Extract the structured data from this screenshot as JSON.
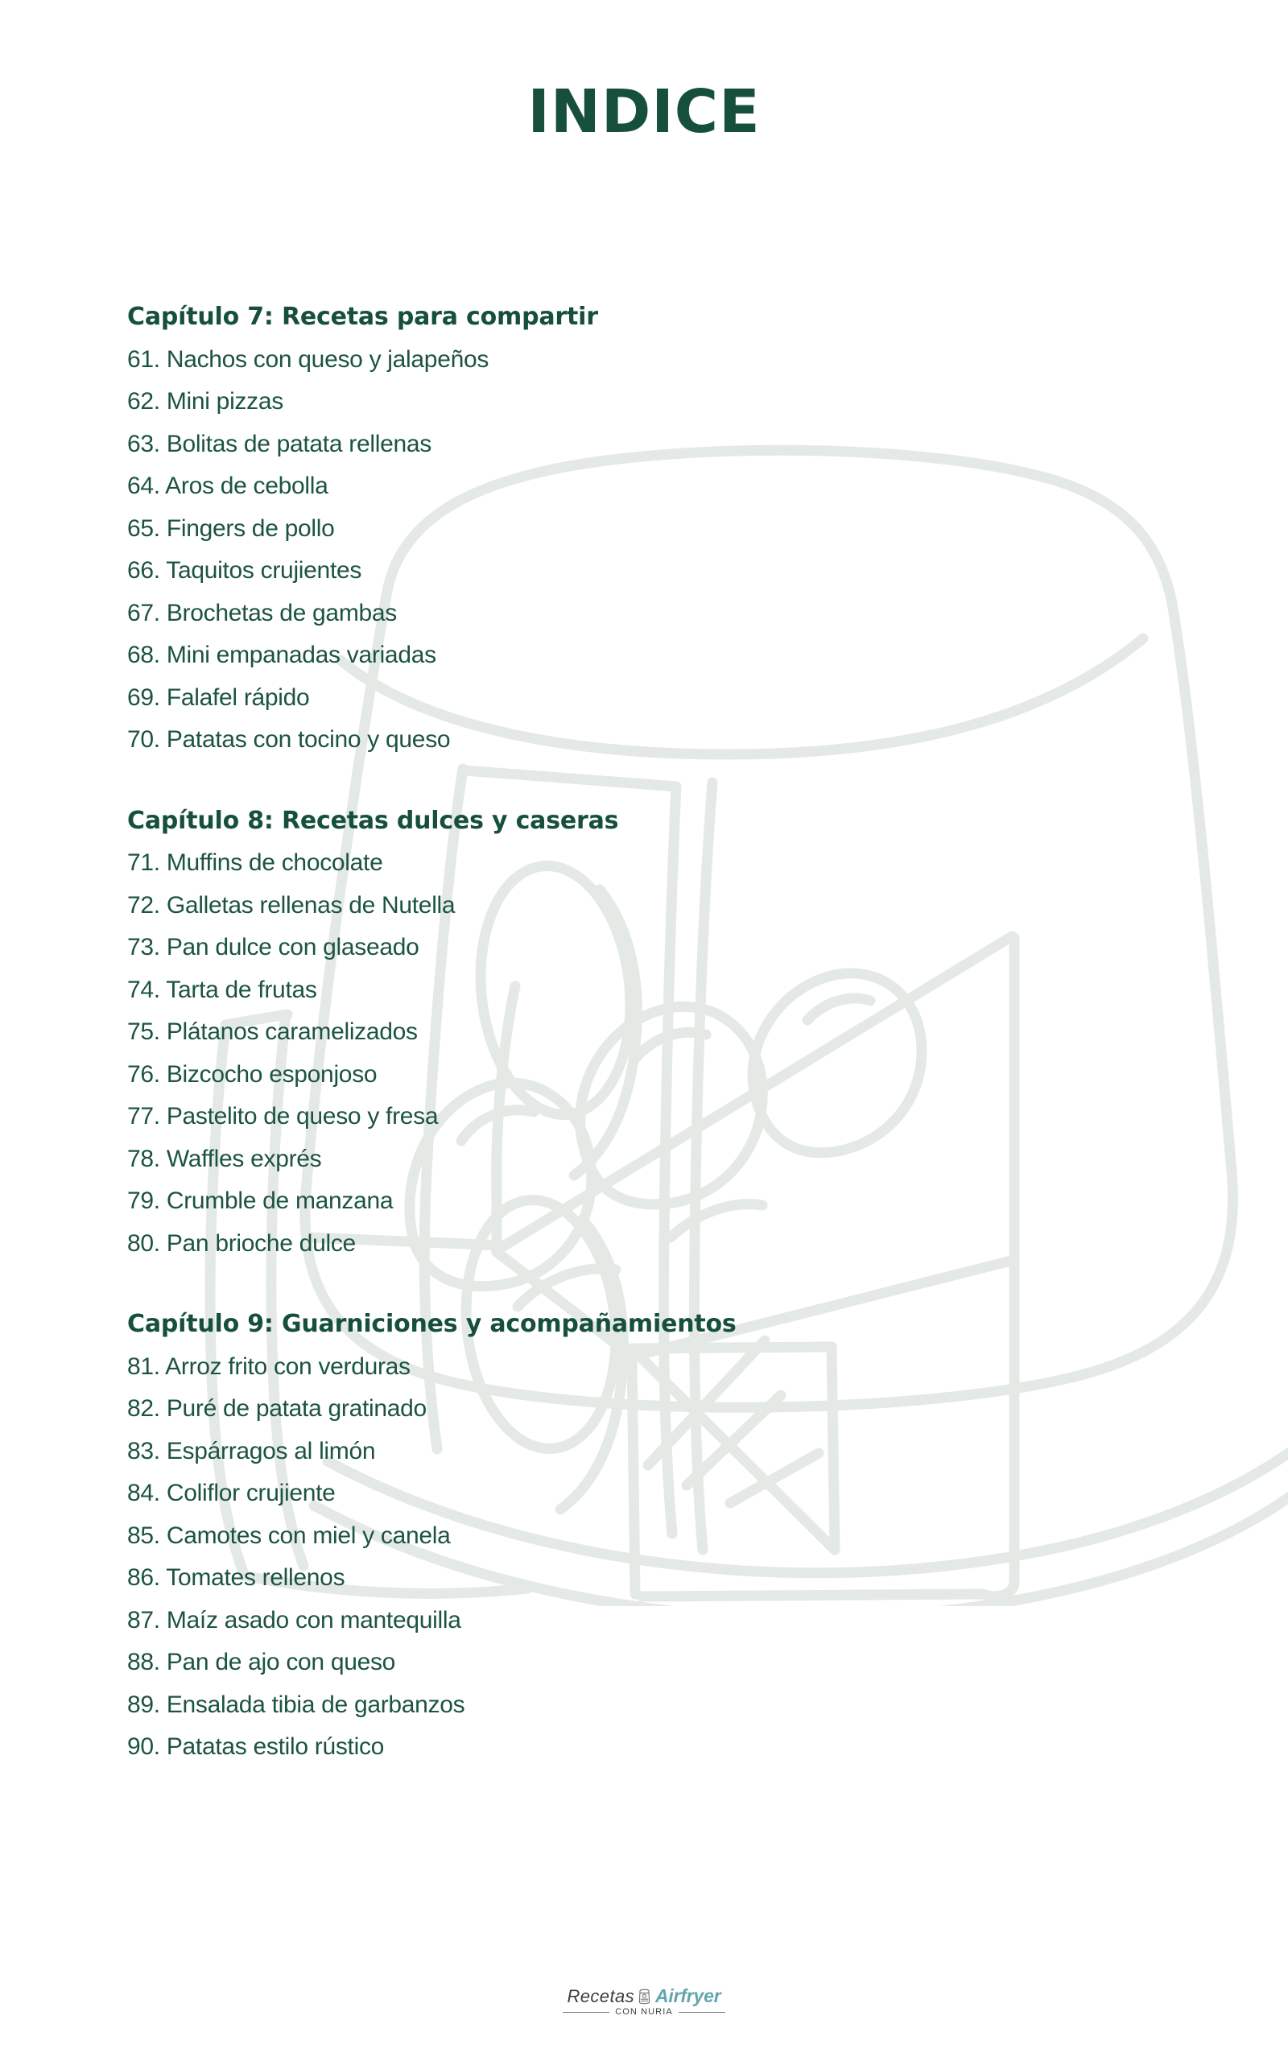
{
  "document": {
    "title": "INDICE",
    "background_color": "#ffffff",
    "heading_color": "#16503c",
    "item_color": "#1c5440",
    "watermark_color": "#e4e9e6"
  },
  "chapters": [
    {
      "heading": "Capítulo 7: Recetas para compartir",
      "items": [
        "61. Nachos con queso y jalapeños",
        "62. Mini pizzas",
        "63. Bolitas de patata rellenas",
        "64. Aros de cebolla",
        "65. Fingers de pollo",
        "66. Taquitos crujientes",
        "67. Brochetas de gambas",
        "68. Mini empanadas variadas",
        "69. Falafel rápido",
        "70. Patatas con tocino y queso"
      ]
    },
    {
      "heading": "Capítulo 8: Recetas dulces y caseras",
      "items": [
        "71. Muffins de chocolate",
        "72. Galletas rellenas de Nutella",
        "73. Pan dulce con glaseado",
        "74. Tarta de frutas",
        "75. Plátanos caramelizados",
        "76. Bizcocho esponjoso",
        "77. Pastelito de queso y fresa",
        "78. Waffles exprés",
        "79. Crumble de manzana",
        "80. Pan brioche dulce"
      ]
    },
    {
      "heading": "Capítulo 9: Guarniciones y acompañamientos",
      "items": [
        "81. Arroz frito con verduras",
        "82. Puré de patata gratinado",
        "83. Espárragos al limón",
        "84. Coliflor crujiente",
        "85. Camotes con miel y canela",
        "86. Tomates rellenos",
        "87. Maíz asado con mantequilla",
        "88. Pan de ajo con queso",
        "89. Ensalada tibia de garbanzos",
        "90. Patatas estilo rústico"
      ]
    }
  ],
  "footer": {
    "brand_word_1": "Recetas",
    "brand_word_2": "Airfryer",
    "tagline": "CON NURIA",
    "brand_color": "#63a5ad",
    "text_color": "#3b3f41"
  },
  "watermark": {
    "icon_name": "airfryer-line-art"
  }
}
